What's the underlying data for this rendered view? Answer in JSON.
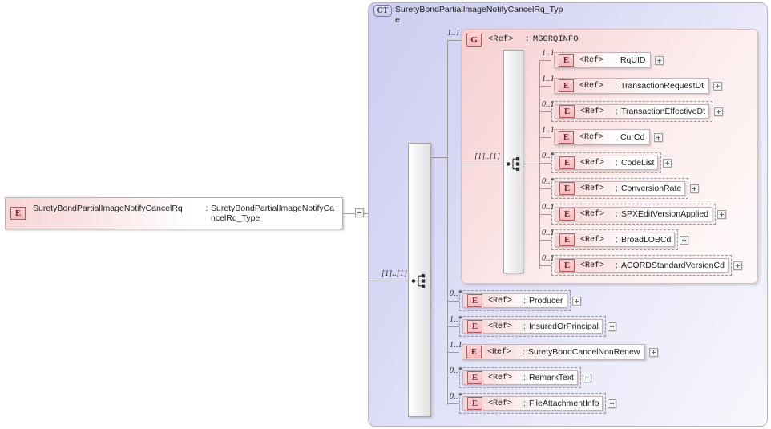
{
  "diagram": {
    "kind": "xsd-schema-diagram",
    "root_element": {
      "badge": "E",
      "name": "SuretyBondPartialImageNotifyCancelRq",
      "separator": ":",
      "type": "SuretyBondPartialImageNotifyCancelRq_Type",
      "toggle": "minus"
    },
    "complex_type": {
      "badge": "CT",
      "title": "SuretyBondPartialImageNotifyCancelRq_Type",
      "compositor": "sequence",
      "compositor_cardinality": "[1]..[1]"
    },
    "group": {
      "badge": "G",
      "ref_label": "<Ref>",
      "separator": ":",
      "name": "MSGRQINFO",
      "cardinality": "1..1",
      "compositor": "sequence",
      "compositor_cardinality": "[1]..[1]",
      "children": [
        {
          "badge": "E",
          "ref_label": "<Ref>",
          "separator": ":",
          "name": "RqUID",
          "cardinality": "1..1",
          "optional": false,
          "toggle": "plus"
        },
        {
          "badge": "E",
          "ref_label": "<Ref>",
          "separator": ":",
          "name": "TransactionRequestDt",
          "cardinality": "1..1",
          "optional": false,
          "toggle": "plus"
        },
        {
          "badge": "E",
          "ref_label": "<Ref>",
          "separator": ":",
          "name": "TransactionEffectiveDt",
          "cardinality": "0..1",
          "optional": true,
          "toggle": "plus"
        },
        {
          "badge": "E",
          "ref_label": "<Ref>",
          "separator": ":",
          "name": "CurCd",
          "cardinality": "1..1",
          "optional": false,
          "toggle": "plus"
        },
        {
          "badge": "E",
          "ref_label": "<Ref>",
          "separator": ":",
          "name": "CodeList",
          "cardinality": "0..*",
          "optional": true,
          "toggle": "plus"
        },
        {
          "badge": "E",
          "ref_label": "<Ref>",
          "separator": ":",
          "name": "ConversionRate",
          "cardinality": "0..*",
          "optional": true,
          "toggle": "plus"
        },
        {
          "badge": "E",
          "ref_label": "<Ref>",
          "separator": ":",
          "name": "SPXEditVersionApplied",
          "cardinality": "0..1",
          "optional": true,
          "toggle": "plus"
        },
        {
          "badge": "E",
          "ref_label": "<Ref>",
          "separator": ":",
          "name": "BroadLOBCd",
          "cardinality": "0..1",
          "optional": true,
          "toggle": "plus"
        },
        {
          "badge": "E",
          "ref_label": "<Ref>",
          "separator": ":",
          "name": "ACORDStandardVersionCd",
          "cardinality": "0..1",
          "optional": true,
          "toggle": "plus"
        }
      ]
    },
    "top_level_children": [
      {
        "badge": "E",
        "ref_label": "<Ref>",
        "separator": ":",
        "name": "Producer",
        "cardinality": "0..*",
        "optional": true,
        "toggle": "plus"
      },
      {
        "badge": "E",
        "ref_label": "<Ref>",
        "separator": ":",
        "name": "InsuredOrPrincipal",
        "cardinality": "1..*",
        "optional": true,
        "toggle": "plus"
      },
      {
        "badge": "E",
        "ref_label": "<Ref>",
        "separator": ":",
        "name": "SuretyBondCancelNonRenew",
        "cardinality": "1..1",
        "optional": false,
        "toggle": "plus"
      },
      {
        "badge": "E",
        "ref_label": "<Ref>",
        "separator": ":",
        "name": "RemarkText",
        "cardinality": "0..*",
        "optional": true,
        "toggle": "plus"
      },
      {
        "badge": "E",
        "ref_label": "<Ref>",
        "separator": ":",
        "name": "FileAttachmentInfo",
        "cardinality": "0..*",
        "optional": true,
        "toggle": "plus"
      }
    ]
  },
  "colors": {
    "element_accent": "#f3bcc0",
    "element_border": "#b05c63",
    "container_bg": "#d7d7f4",
    "group_bg": "#f9dcdd",
    "line": "#9a9a9a"
  }
}
